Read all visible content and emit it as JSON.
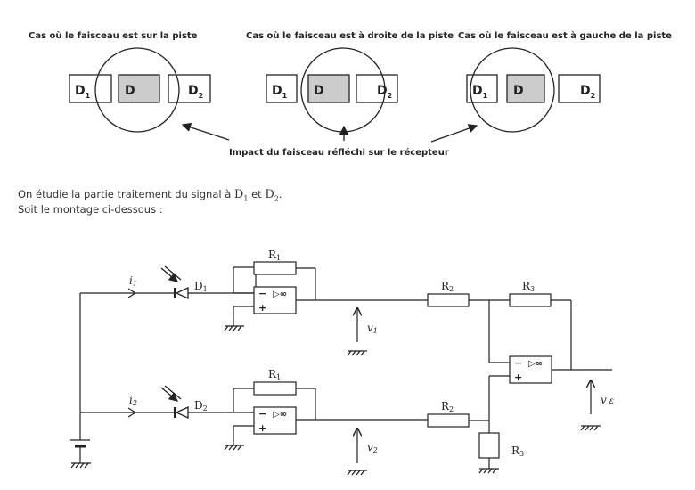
{
  "cases": [
    {
      "title": "Cas où le faisceau est sur la piste",
      "position": "center"
    },
    {
      "title": "Cas où le faisceau est à droite de la piste",
      "position": "right"
    },
    {
      "title": "Cas où le faisceau est à gauche de la piste",
      "position": "left"
    }
  ],
  "detector_labels": {
    "d1": "D",
    "d1_sub": "1",
    "d": "D",
    "d2": "D",
    "d2_sub": "2"
  },
  "colors": {
    "center_detector_fill": "#cccccc",
    "stroke": "#222222"
  },
  "impact_label": "Impact du faisceau réfléchi sur le récepteur",
  "intro": {
    "line1_prefix": "On étudie la partie traitement du signal à ",
    "d1": "D",
    "d1_sub": "1",
    "and": " et ",
    "d2": "D",
    "d2_sub": "2",
    "line1_suffix": ".",
    "line2": "Soit le montage ci-dessous :"
  },
  "circuit": {
    "currents": {
      "i1": "i",
      "i1_sub": "1",
      "i2": "i",
      "i2_sub": "2"
    },
    "diodes": {
      "d1": "D",
      "d1_sub": "1",
      "d2": "D",
      "d2_sub": "2"
    },
    "resistors": {
      "r1_top": "R",
      "r1_top_sub": "1",
      "r1_bottom": "R",
      "r1_bottom_sub": "1",
      "r2_top": "R",
      "r2_top_sub": "2",
      "r2_bottom": "R",
      "r2_bottom_sub": "2",
      "r3_feedback": "R",
      "r3_feedback_sub": "3",
      "r3_ground": "R",
      "r3_ground_sub": "3"
    },
    "voltages": {
      "v1": "v",
      "v1_sub": "1",
      "v2": "v",
      "v2_sub": "2",
      "ve": "v",
      "ve_sub": "ε"
    },
    "opamp_symbols": {
      "minus": "−",
      "plus": "+",
      "triangle": "▷∞"
    }
  }
}
